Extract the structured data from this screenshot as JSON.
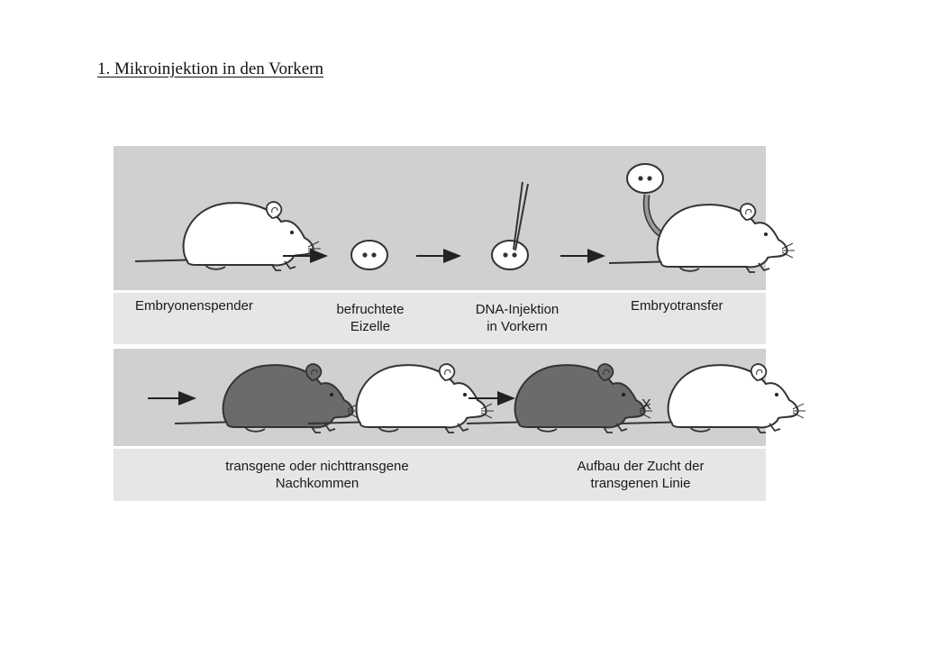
{
  "heading": "1. Mikroinjektion in den Vorkern",
  "top_labels": {
    "donor": "Embryonenspender",
    "egg_line1": "befruchtete",
    "egg_line2": "Eizelle",
    "injection_line1": "DNA-Injektion",
    "injection_line2": "in Vorkern",
    "transfer": "Embryotransfer"
  },
  "bottom_labels": {
    "offspring_line1": "transgene oder nichttransgene",
    "offspring_line2": "Nachkommen",
    "breeding_line1": "Aufbau der Zucht der",
    "breeding_line2": "transgenen Linie"
  },
  "cross_symbol": "X"
}
